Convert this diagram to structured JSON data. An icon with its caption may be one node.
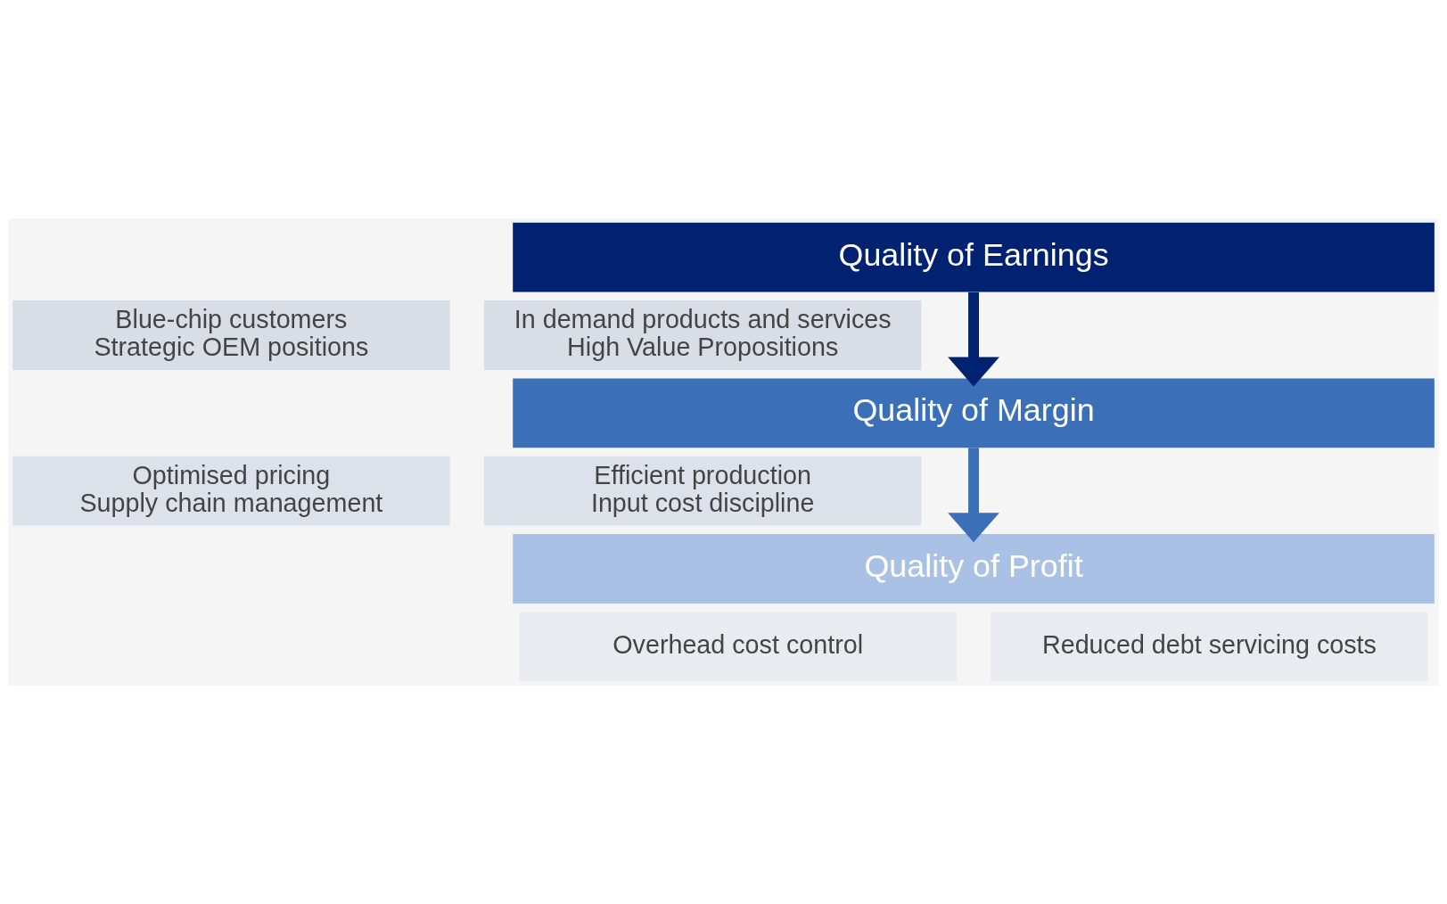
{
  "diagram": {
    "nodes": [
      {
        "text": [
          "Quality of Earnings"
        ]
      },
      {
        "text": [
          "Blue-chip customers",
          "Strategic OEM positions"
        ]
      },
      {
        "text": [
          "In demand products and services",
          "High Value Propositions"
        ]
      },
      {
        "text": [
          "Quality of Margin"
        ]
      },
      {
        "text": [
          "Optimised pricing",
          "Supply chain management"
        ]
      },
      {
        "text": [
          "Efficient production",
          "Input cost discipline"
        ]
      },
      {
        "text": [
          "Quality of Profit"
        ]
      },
      {
        "text": [
          "Overhead cost control"
        ]
      },
      {
        "text": [
          "Reduced debt servicing costs"
        ]
      }
    ],
    "edges": [
      {
        "from": 0,
        "to": 3,
        "arrow": "to",
        "color": "#002270"
      },
      {
        "from": 3,
        "to": 6,
        "arrow": "to",
        "color": "#3b70b9"
      }
    ]
  }
}
